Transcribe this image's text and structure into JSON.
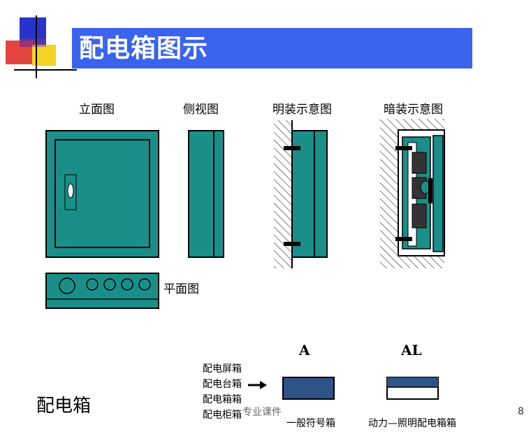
{
  "title": "配电箱图示",
  "views": {
    "elevation": "立面图",
    "side": "侧视图",
    "surface": "明装示意图",
    "flush": "暗装示意图",
    "plan": "平面图"
  },
  "symbols": {
    "a_label": "A",
    "al_label": "AL",
    "general_caption": "一般符号箱",
    "al_caption": "动力—照明配电箱箱"
  },
  "box_types": [
    "配电屏箱",
    "配电台箱",
    "配电箱箱",
    "配电柜箱"
  ],
  "footer": {
    "big_label": "配电箱",
    "watermark": "专业课件",
    "page_number": "8"
  },
  "colors": {
    "teal": "#1a8f8a",
    "title_blue": "#3a63ee",
    "symbol_fill": "#2e5387"
  }
}
